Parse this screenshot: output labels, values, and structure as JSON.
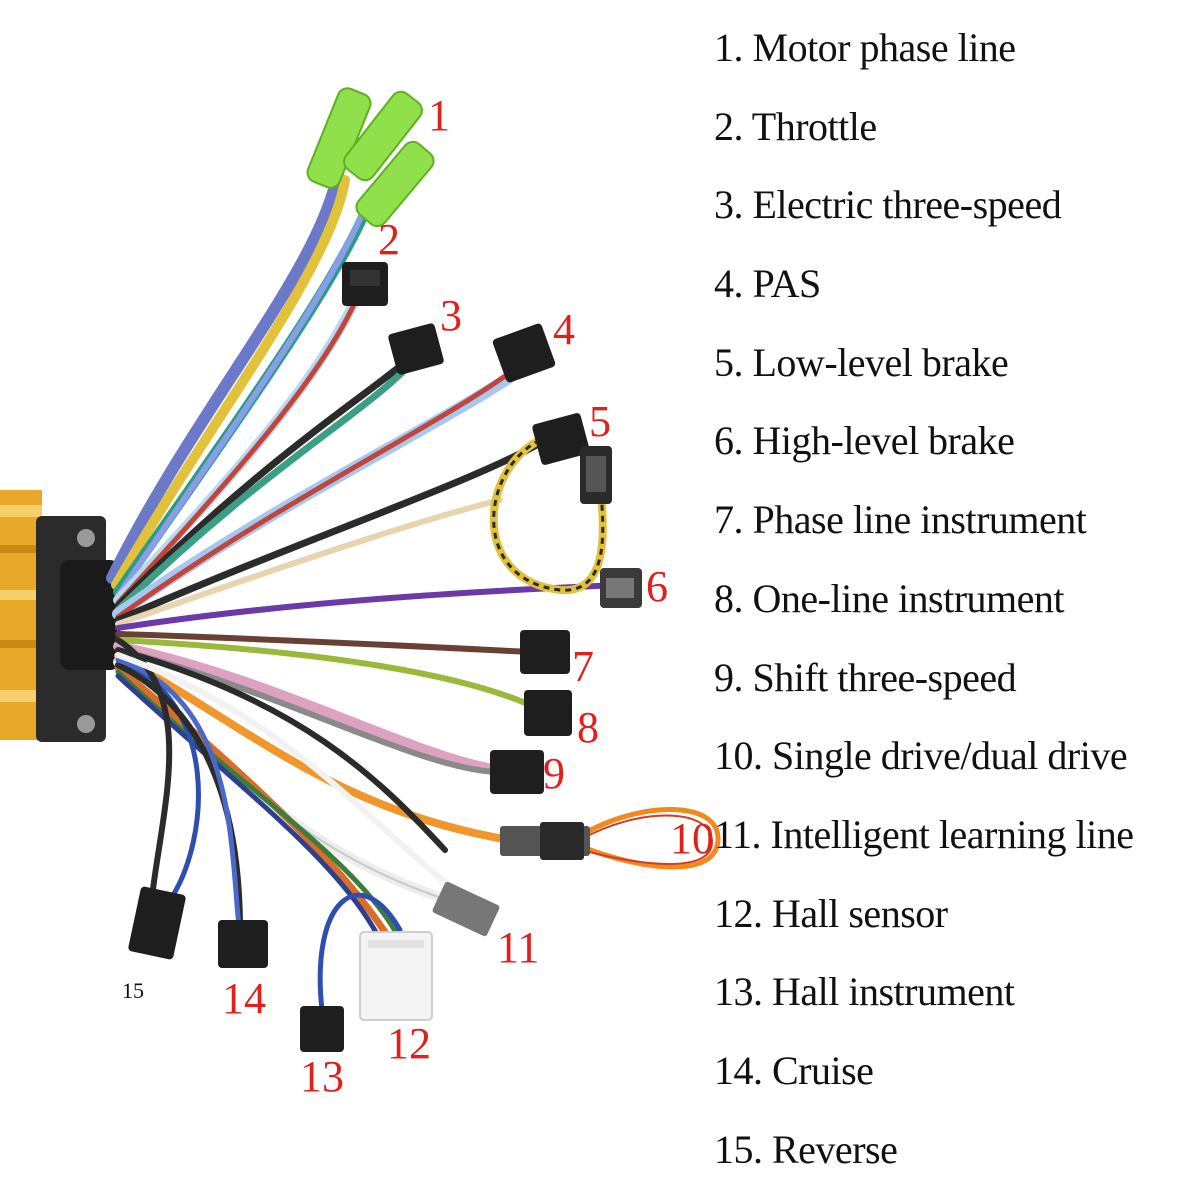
{
  "legend": [
    {
      "num": "1.",
      "label": "Motor phase line"
    },
    {
      "num": "2.",
      "label": "Throttle"
    },
    {
      "num": "3.",
      "label": "Electric three-speed"
    },
    {
      "num": "4.",
      "label": "PAS"
    },
    {
      "num": "5.",
      "label": "Low-level brake"
    },
    {
      "num": "6.",
      "label": "High-level brake"
    },
    {
      "num": "7.",
      "label": "Phase line instrument"
    },
    {
      "num": "8.",
      "label": "One-line instrument"
    },
    {
      "num": "9.",
      "label": "Shift three-speed"
    },
    {
      "num": "10.",
      "label": "Single drive/dual drive"
    },
    {
      "num": "11.",
      "label": "Intelligent learning line"
    },
    {
      "num": "12.",
      "label": "Hall sensor"
    },
    {
      "num": "13.",
      "label": "Hall instrument"
    },
    {
      "num": "14.",
      "label": "Cruise"
    },
    {
      "num": "15.",
      "label": "Reverse"
    }
  ],
  "callouts": {
    "c1": "1",
    "c2": "2",
    "c3": "3",
    "c4": "4",
    "c5": "5",
    "c6": "6",
    "c7": "7",
    "c8": "8",
    "c9": "9",
    "c10": "10",
    "c11": "11",
    "c12": "12",
    "c13": "13",
    "c14": "14",
    "c15": "15"
  },
  "colors": {
    "callout": "#e0201c",
    "legend_text": "#111111",
    "controller_housing": "#e8a92a",
    "terminal_sleeve": "#8fe04a"
  }
}
